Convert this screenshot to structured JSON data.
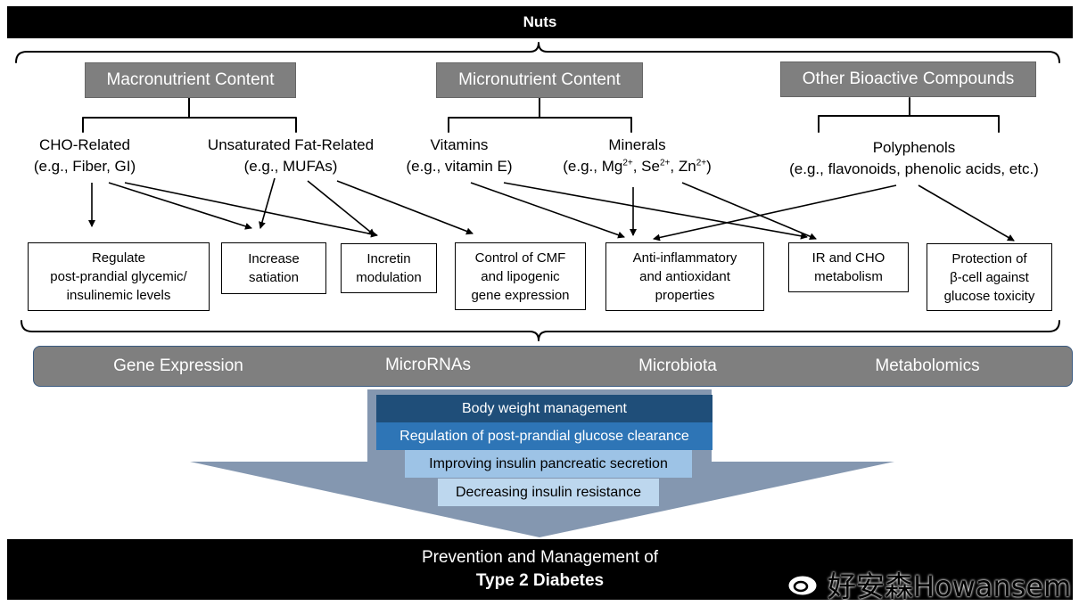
{
  "title": "Nuts",
  "categories": {
    "macro": "Macronutrient Content",
    "micro": "Micronutrient Content",
    "other": "Other Bioactive Compounds"
  },
  "sources": {
    "cho": {
      "line1": "CHO-Related",
      "line2": "(e.g., Fiber, GI)"
    },
    "fat": {
      "line1": "Unsaturated Fat-Related",
      "line2": "(e.g., MUFAs)"
    },
    "vitamins": {
      "line1": "Vitamins",
      "line2": "(e.g., vitamin E)"
    },
    "minerals": {
      "line1": "Minerals",
      "prefix": "(e.g., Mg",
      "sup1": "2+",
      "mid1": ", Se",
      "sup2": "2+",
      "mid2": ", Zn",
      "sup3": "2+",
      "suffix": ")"
    },
    "polyphenols": {
      "line1": "Polyphenols",
      "line2": "(e.g., flavonoids, phenolic acids, etc.)"
    }
  },
  "effects": [
    {
      "line1": "Regulate",
      "line2": "post-prandial glycemic/",
      "line3": "insulinemic levels"
    },
    {
      "line1": "Increase",
      "line2": "satiation"
    },
    {
      "line1": "Incretin",
      "line2": "modulation"
    },
    {
      "line1": "Control of CMF",
      "line2": "and lipogenic",
      "line3": "gene expression"
    },
    {
      "line1": "Anti-inflammatory",
      "line2": "and antioxidant",
      "line3": "properties"
    },
    {
      "line1": "IR and CHO",
      "line2": "metabolism"
    },
    {
      "line1": "Protection of",
      "line2": "β-cell against",
      "line3": "glucose toxicity"
    }
  ],
  "omics": [
    "Gene Expression",
    "MicroRNAs",
    "Microbiota",
    "Metabolomics"
  ],
  "outcomes": [
    {
      "label": "Body weight management",
      "color": "#1f4e79"
    },
    {
      "label": "Regulation of post-prandial glucose clearance",
      "color": "#2e75b6"
    },
    {
      "label": "Improving insulin pancreatic secretion",
      "color": "#9dc3e6"
    },
    {
      "label": "Decreasing insulin resistance",
      "color": "#bdd7ee"
    }
  ],
  "footer": {
    "line1": "Prevention and Management of",
    "line2": "Type 2 Diabetes"
  },
  "watermark": "好安森Howansem",
  "colors": {
    "funnel": "#8497b0",
    "category": "#7f7f7f"
  }
}
